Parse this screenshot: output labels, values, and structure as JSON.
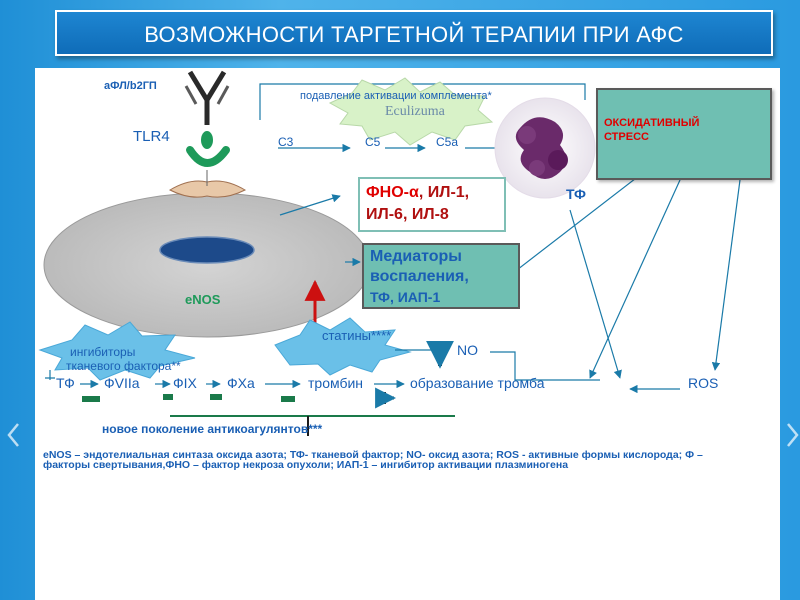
{
  "title": "ВОЗМОЖНОСТИ ТАРГЕТНОЙ ТЕРАПИИ ПРИ АФС",
  "labels": {
    "antibody": "аФЛ/b2ГП",
    "complement_suppression": "подавление активации комплемента*",
    "eculizumab": "Eculizuma",
    "tlr4": "TLR4",
    "c3": "C3",
    "c5": "C5",
    "c5a": "C5a",
    "tf_right": "ТФ",
    "enos": "eNOS",
    "statins": "статины****",
    "no": "NO",
    "tf_inhibitors_line1": "ингибиторы",
    "tf_inhibitors_line2": "тканевого фактора**",
    "anticoagulants": "новое поколение антикоагулянтов***",
    "ros": "ROS"
  },
  "boxes": {
    "oxidative_stress": "ОКСИДАТИВНЫЙ СТРЕСС",
    "cytokines_line1_a": "ФНО-α",
    "cytokines_line1_b": ", ИЛ-1,",
    "cytokines_line2": "ИЛ-6, ИЛ-8",
    "mediators_line1": "Медиаторы",
    "mediators_line2": "воспаления,",
    "mediators_line3": "ТФ, ИАП-1"
  },
  "cascade": {
    "tf": "ТФ",
    "fviia": "ФVIIa",
    "fix": "ФIX",
    "fxa": "ФХа",
    "thrombin": "тромбин",
    "thrombus": "образование тромба"
  },
  "footnote": "eNOS – эндотелиальная синтаза оксида азота; ТФ- тканевой фактор; NO- оксид азота; ROS - активные формы кислорода;  Ф – факторы свертывания,ФНО – фактор некроза опухоли; ИАП-1 – ингибитор активации плазминогена",
  "colors": {
    "background": "#2a9ae0",
    "title_box": "#1e86d2",
    "accent_blue": "#1a5fb4",
    "teal_box": "#6fbfb2",
    "red_text": "#e00000",
    "cell_gray": "#c8c8c8",
    "nucleus": "#1d4a8a",
    "minus_green": "#1a7a4a"
  },
  "icons": [
    "antibody-icon",
    "receptor-icon",
    "neutrophil-icon",
    "starburst-icon",
    "nav-prev-icon",
    "nav-next-icon"
  ]
}
